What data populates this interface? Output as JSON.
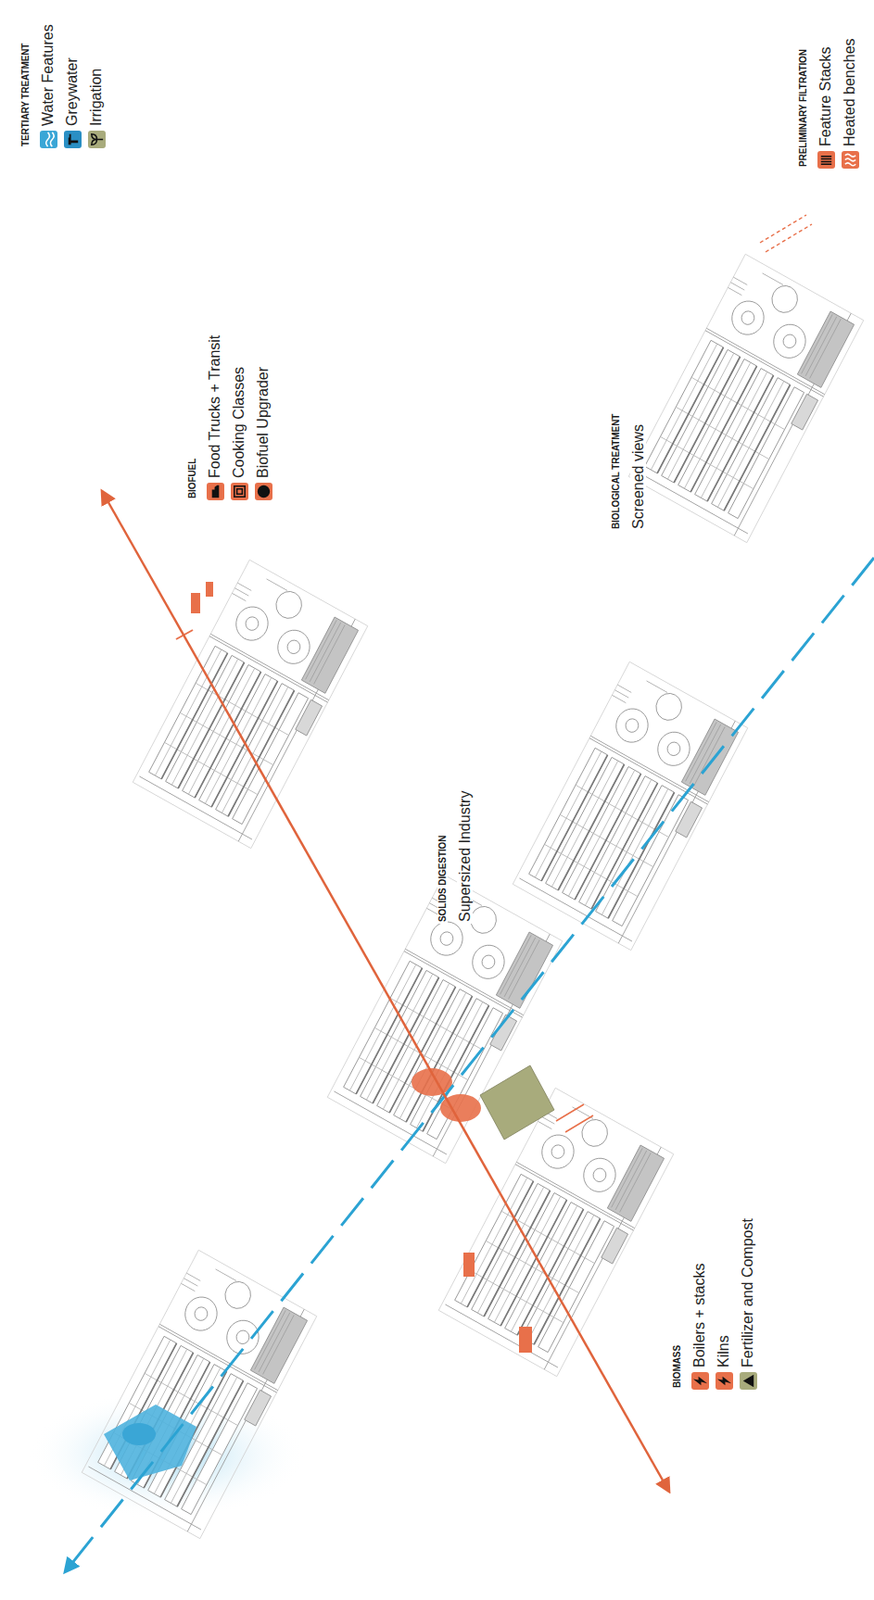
{
  "diagram": {
    "labels": [
      "TERTIARY TREATMENT",
      "BIOMASS",
      "SOLIDS DIGESTION",
      "Supersized Industry",
      "BIOFUEL",
      "BIOLOGICAL TREATMENT",
      "Screened views",
      "PRELIMINARY FILTRATION"
    ],
    "legend": [
      {
        "text": "Water Features",
        "color": "#3aa6d6"
      },
      {
        "text": "Greywater",
        "color": "#2a8fc4"
      },
      {
        "text": "Irrigation",
        "color": "#a8ab7c"
      },
      {
        "text": "Boilers + stacks",
        "color": "#e8704a"
      },
      {
        "text": "Kilns",
        "color": "#e8704a"
      },
      {
        "text": "Fertilizer and Compost",
        "color": "#a8ab7c"
      },
      {
        "text": "Food Trucks + Transit",
        "color": "#e8704a"
      },
      {
        "text": "Cooking Classes",
        "color": "#e8704a"
      },
      {
        "text": "Biofuel Upgrader",
        "color": "#e8704a"
      },
      {
        "text": "Feature Stacks",
        "color": "#e8704a"
      },
      {
        "text": "Heated benches",
        "color": "#e8704a"
      }
    ]
  }
}
